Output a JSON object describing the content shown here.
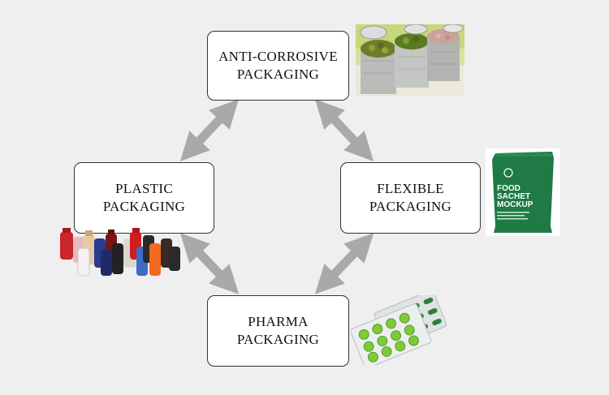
{
  "nodes": {
    "anti_corrosive": {
      "line1": "ANTI-CORROSIVE",
      "line2": "PACKAGING"
    },
    "plastic": {
      "line1": "PLASTIC",
      "line2": "PACKAGING"
    },
    "flexible": {
      "line1": "FLEXIBLE",
      "line2": "PACKAGING"
    },
    "pharma": {
      "line1": "PHARMA",
      "line2": "PACKAGING"
    }
  },
  "sachet": {
    "line1": "FOOD",
    "line2": "SACHET",
    "line3": "MOCKUP"
  },
  "colors": {
    "background": "#efefef",
    "arrow": "#a9a9a9",
    "box_border": "#333333",
    "sachet_green": "#1f7a45",
    "pill_green": "#7ccb3a"
  },
  "icons": [
    "cans-image",
    "plastic-bottles-image",
    "food-sachet-image",
    "pill-blister-image"
  ]
}
